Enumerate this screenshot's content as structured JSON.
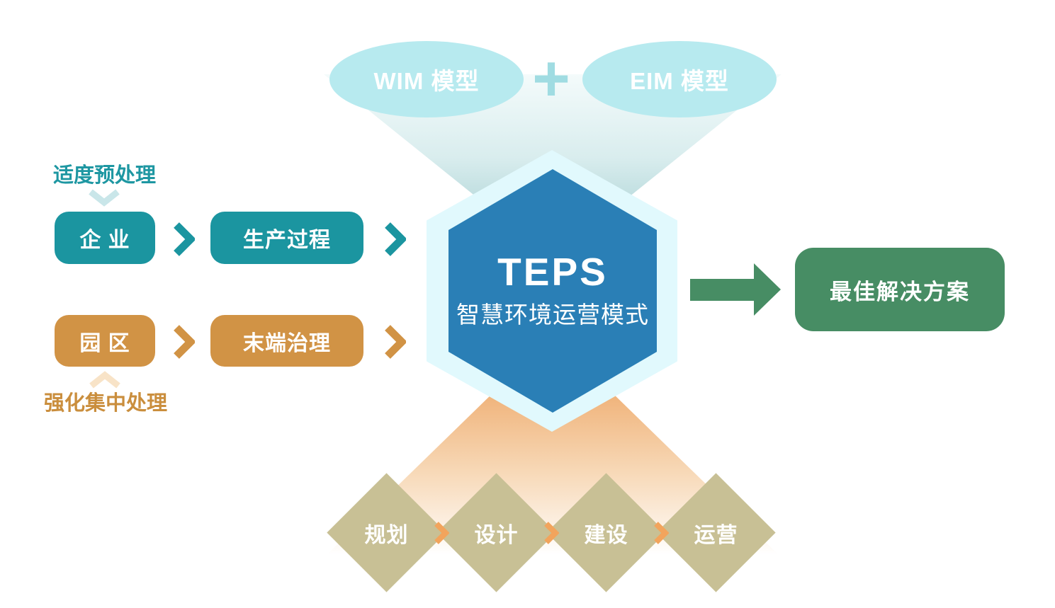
{
  "models": {
    "wim": "WIM 模型",
    "plus": "+",
    "eim": "EIM 模型"
  },
  "core": {
    "title": "TEPS",
    "subtitle": "智慧环境运营模式"
  },
  "enterprise_flow": {
    "annotation": "适度预处理",
    "source": "企 业",
    "process": "生产过程"
  },
  "park_flow": {
    "annotation": "强化集中处理",
    "source": "园 区",
    "process": "末端治理"
  },
  "outcome": "最佳解决方案",
  "lifecycle": [
    "规划",
    "设计",
    "建设",
    "运营"
  ],
  "colors": {
    "teal": "#1b95a0",
    "light_cyan": "#b7eaef",
    "orange": "#d19345",
    "hex_blue": "#2a7fb6",
    "hex_halo": "#e1f9fd",
    "green": "#478d64",
    "diamond_khaki": "#c8c095",
    "stage_chevron_orange": "#f2a45c",
    "funnel_teal": "#a3cdd0",
    "funnel_orange": "#f0b47c"
  }
}
